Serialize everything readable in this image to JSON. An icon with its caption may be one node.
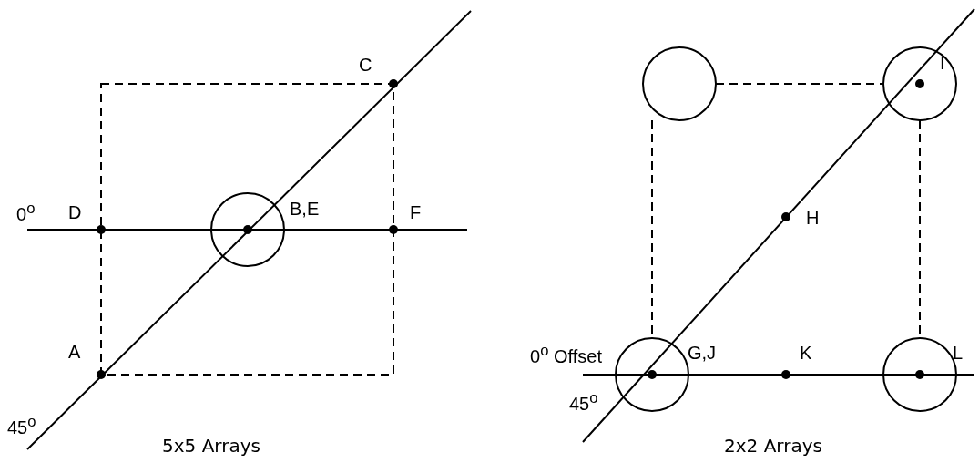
{
  "diagram": {
    "labels": [
      "C",
      "0$^{o}$",
      "D",
      "B,E",
      "F",
      "A",
      "45$^{o}$",
      "5x5 Arrays",
      "I",
      "H",
      "0$^{o}$ Offset",
      "G,J",
      "K",
      "L",
      "45$^{o}$",
      "2x2 Arrays"
    ]
  }
}
